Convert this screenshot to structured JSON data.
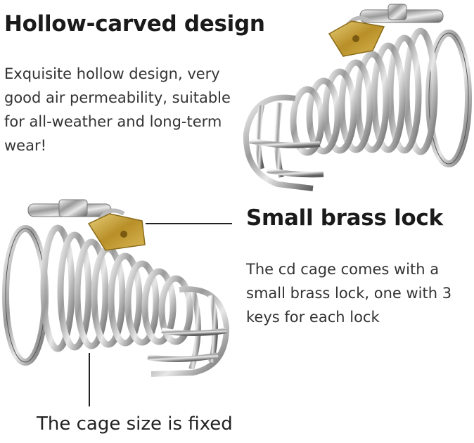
{
  "section_top": {
    "heading": "Hollow-carved design",
    "description": "Exquisite hollow design, very good air permeability, suitable for all-weather and long-term wear!"
  },
  "section_lock": {
    "heading": "Small brass lock",
    "description": "The cd cage comes with a small brass lock, one with 3 keys for each lock"
  },
  "section_size": {
    "caption": "The cage size is fixed"
  },
  "colors": {
    "metal_light": "#f4f4f4",
    "metal_dark": "#6d6d6d",
    "brass": "#c9a63b",
    "text": "#1a1a1a"
  }
}
